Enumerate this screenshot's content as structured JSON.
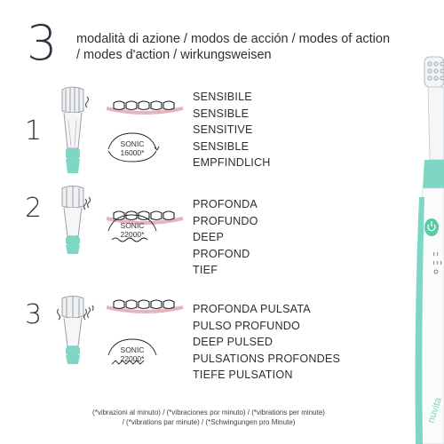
{
  "header": {
    "big_number": "3",
    "line1": "modalità di azione / modos de acción / modes of action",
    "line2": "/ modes d'action / wirkungsweisen"
  },
  "modes": [
    {
      "number": "1",
      "sonic_label": "SONIC",
      "sonic_value": "16000*",
      "labels": [
        "SENSIBILE",
        "SENSIBLE",
        "SENSITIVE",
        "SENSIBLE",
        "EMPFINDLICH"
      ]
    },
    {
      "number": "2",
      "sonic_label": "SONIC",
      "sonic_value": "22000*",
      "labels": [
        "PROFONDA",
        "PROFUNDO",
        "DEEP",
        "PROFOND",
        "TIEF"
      ]
    },
    {
      "number": "3",
      "sonic_label": "SONIC",
      "sonic_value": "22000*",
      "labels": [
        "PROFONDA PULSATA",
        "PULSO PROFUNDO",
        "DEEP PULSED",
        "PULSATIONS PROFONDES",
        "TIEFE PULSATION"
      ]
    }
  ],
  "footnote": {
    "line1": "(*vibrazioni al minuto) / (*vibraciones por minuto) / (*vibrations per minute)",
    "line2": "/ (*vibrations par minute) / (*Schwingungen pro Minute)"
  },
  "brand": "nuvita",
  "colors": {
    "mint": "#7ed6c4",
    "dark_text": "#2c3440",
    "gum_pink": "#e8b4bc",
    "button_green": "#5cc8a8"
  },
  "icons": [
    "toothbrush-head-icon",
    "teeth-icon",
    "sonic-arc-icon",
    "vibration-lines-icon",
    "power-icon"
  ]
}
